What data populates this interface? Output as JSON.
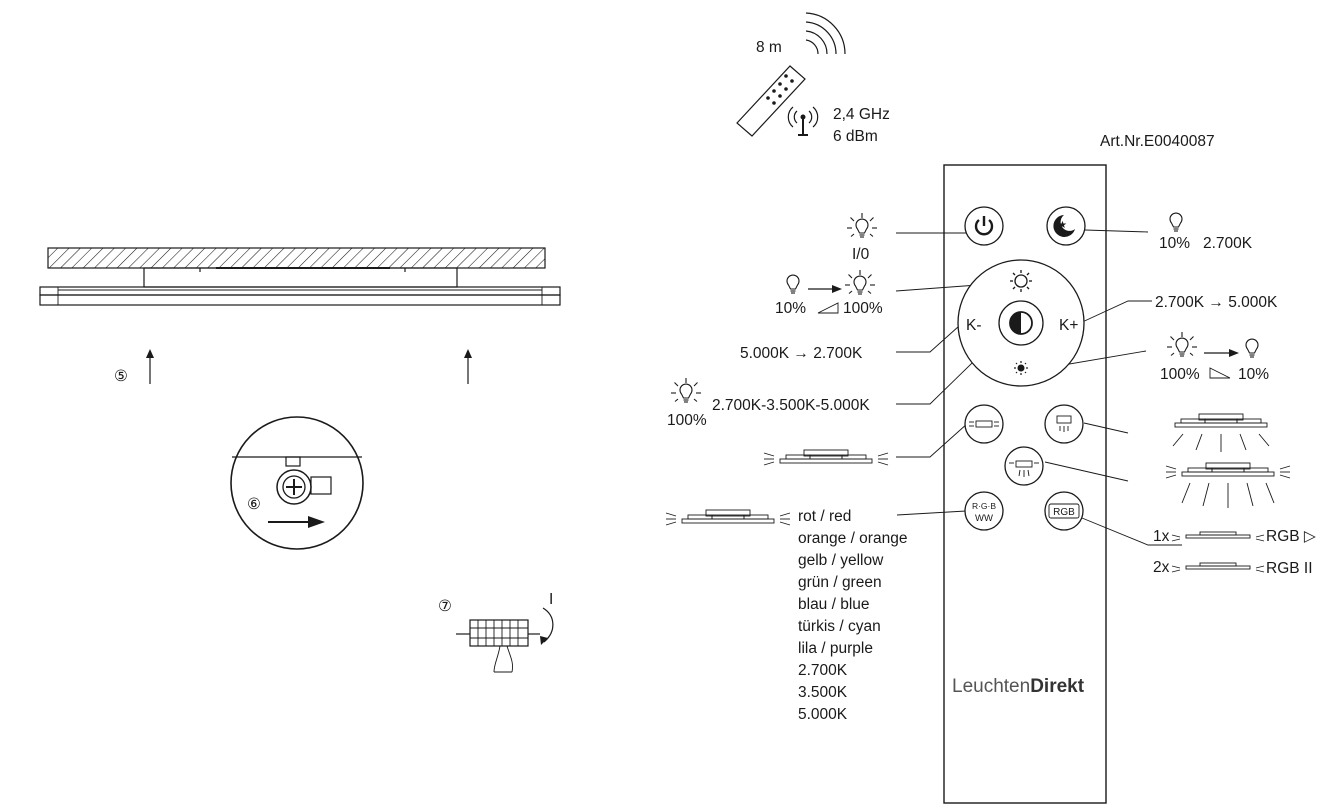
{
  "wireless": {
    "range": "8 m",
    "frequency": "2,4 GHz",
    "power": "6 dBm"
  },
  "article_number": "Art.Nr.E0040087",
  "brand": {
    "light": "Leuchten",
    "bold": "Direkt"
  },
  "steps": {
    "step5": "⑤",
    "step6": "⑥",
    "step7": "⑦",
    "switch_mark": "I"
  },
  "left_labels": {
    "power": "I/0",
    "dim_up_start": "10%",
    "dim_up_end": "100%",
    "kelvin_down": "5.000K → 2.700K",
    "cycle_pct": "100%",
    "cycle": "2.700K-3.500K-5.000K"
  },
  "right_labels": {
    "night_pct": "10%",
    "night_kelvin": "2.700K",
    "kelvin_up": "2.700K → 5.000K",
    "dim_down_start": "100%",
    "dim_down_end": "10%",
    "rgb_1x_count": "1x",
    "rgb_1x_label": "RGB ▷",
    "rgb_2x_count": "2x",
    "rgb_2x_label": "RGB II"
  },
  "remote_buttons": {
    "k_minus": "K-",
    "k_plus": "K+",
    "rgbww_top": "R·G·B",
    "rgbww_bottom": "WW",
    "rgb": "RGB"
  },
  "color_list": [
    "rot / red",
    "orange / orange",
    "gelb / yellow",
    "grün / green",
    "blau / blue",
    "türkis / cyan",
    "lila / purple",
    "2.700K",
    "3.500K",
    "5.000K"
  ]
}
